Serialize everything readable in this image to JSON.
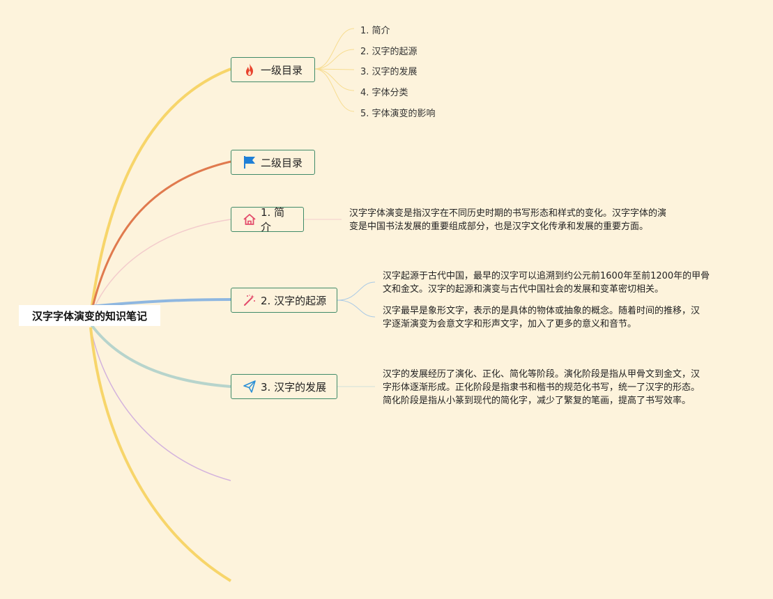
{
  "root": {
    "title": "汉字字体演变的知识笔记"
  },
  "nodes": {
    "level1": {
      "label": "一级目录",
      "icon": "fire-icon"
    },
    "level2": {
      "label": "二级目录",
      "icon": "flag-icon"
    },
    "intro": {
      "label": "1. 简介",
      "icon": "home-icon"
    },
    "origin": {
      "label": "2. 汉字的起源",
      "icon": "magic-wand-icon"
    },
    "development": {
      "label": "3. 汉字的发展",
      "icon": "paper-plane-icon"
    }
  },
  "toc_items": [
    "1. 简介",
    "2. 汉字的起源",
    "3. 汉字的发展",
    "4. 字体分类",
    "5. 字体演变的影响"
  ],
  "notes": {
    "intro": [
      "汉字字体演变是指汉字在不同历史时期的书写形态和样式的变化。汉字字体的演",
      "变是中国书法发展的重要组成部分，也是汉字文化传承和发展的重要方面。"
    ],
    "origin_1": [
      "汉字起源于古代中国，最早的汉字可以追溯到约公元前1600年至前1200年的甲骨",
      "文和金文。汉字的起源和演变与古代中国社会的发展和变革密切相关。"
    ],
    "origin_2": [
      "汉字最早是象形文字，表示的是具体的物体或抽象的概念。随着时间的推移，汉",
      "字逐渐演变为会意文字和形声文字，加入了更多的意义和音节。"
    ],
    "development": [
      "汉字的发展经历了演化、正化、简化等阶段。演化阶段是指从甲骨文到金文，汉",
      "字形体逐渐形成。正化阶段是指隶书和楷书的规范化书写，统一了汉字的形态。",
      "简化阶段是指从小篆到现代的简化字，减少了繁复的笔画，提高了书写效率。"
    ]
  },
  "colors": {
    "background": "#fdf3dc",
    "branch_yellow": "#f7d56a",
    "branch_orange": "#e07a4e",
    "branch_pink": "#f3cccc",
    "branch_blue": "#8fb7e0",
    "branch_teal": "#b7d4cc",
    "branch_purple": "#d3b2dd",
    "node_border": "#3f8a68"
  }
}
